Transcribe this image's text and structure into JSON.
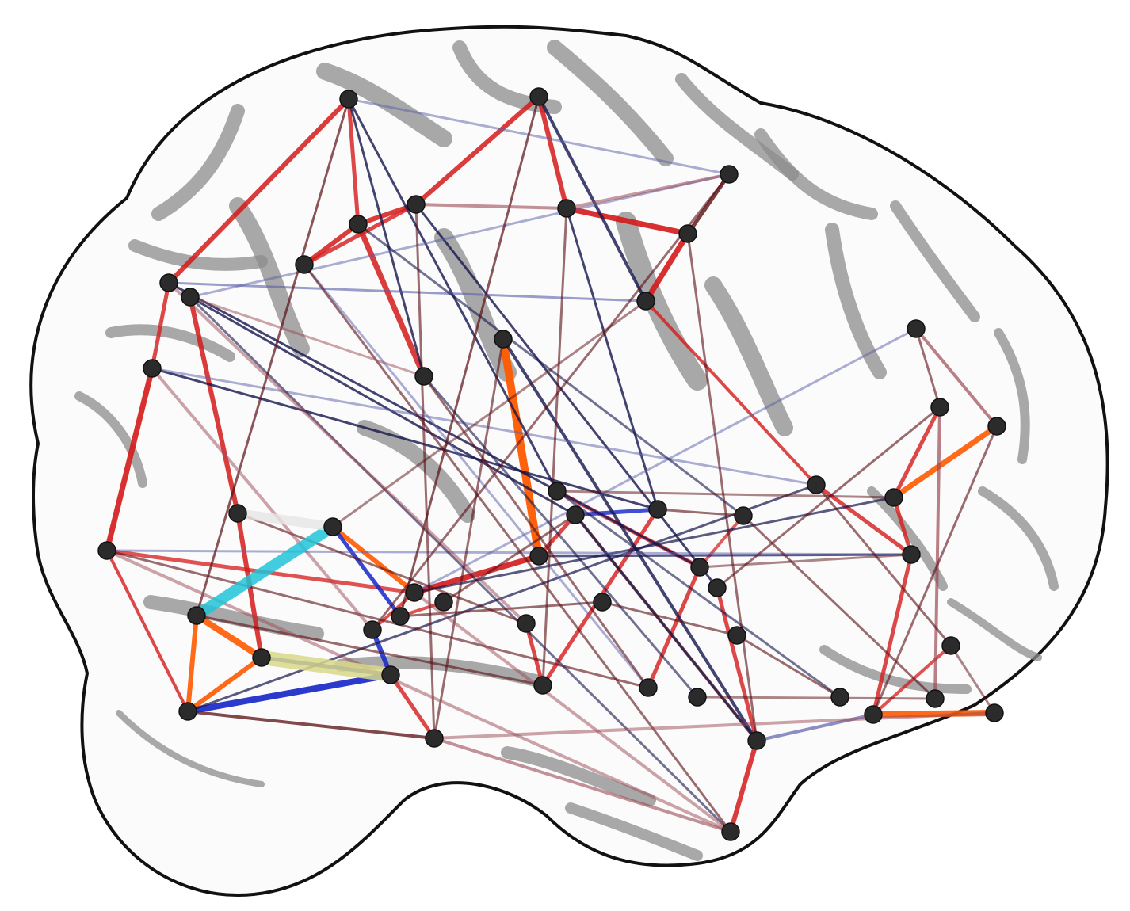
{
  "colors": {
    "background": "#ffffff",
    "outline": "#111111",
    "sulci": "#8c8c8c",
    "node": "#2b2b2b",
    "edge_red": "#d41a1a",
    "edge_dark_red": "#5a0e12",
    "edge_pink": "#9c4a55",
    "edge_orange": "#ff5a00",
    "edge_blue": "#1524c8",
    "edge_navy": "#15154d",
    "edge_slate_blue": "#5a5fa8",
    "edge_cyan": "#20c4d8",
    "edge_yellow": "#d8d888",
    "edge_white": "#e6e6e6"
  },
  "network": {
    "node_count": 52,
    "edge_color_groups": [
      "red",
      "dark-red",
      "pink",
      "orange",
      "blue",
      "navy",
      "slate-blue",
      "cyan",
      "yellow",
      "white"
    ]
  }
}
